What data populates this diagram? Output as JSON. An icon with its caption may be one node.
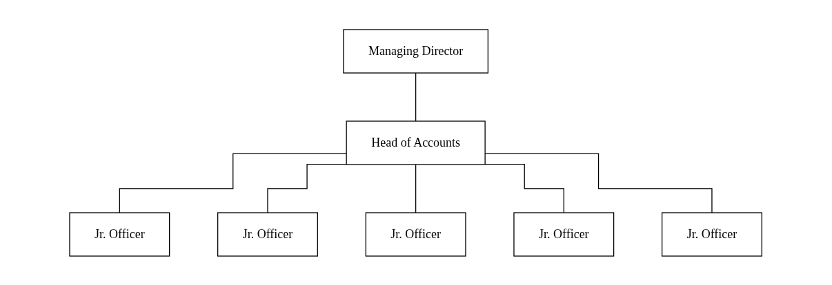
{
  "diagram": {
    "nodes": [
      {
        "text": [
          "Managing Director"
        ]
      },
      {
        "text": [
          "Head of Accounts"
        ]
      },
      {
        "text": [
          "Jr. Officer"
        ]
      },
      {
        "text": [
          "Jr. Officer"
        ]
      },
      {
        "text": [
          "Jr. Officer"
        ]
      },
      {
        "text": [
          "Jr. Officer"
        ]
      },
      {
        "text": [
          "Jr. Officer"
        ]
      }
    ],
    "edges": [
      {
        "from": 0,
        "to": 1,
        "arrow": "none"
      },
      {
        "from": 1,
        "to": 2,
        "arrow": "none"
      },
      {
        "from": 1,
        "to": 3,
        "arrow": "none"
      },
      {
        "from": 1,
        "to": 4,
        "arrow": "none"
      },
      {
        "from": 1,
        "to": 5,
        "arrow": "none"
      },
      {
        "from": 1,
        "to": 6,
        "arrow": "none"
      }
    ]
  }
}
